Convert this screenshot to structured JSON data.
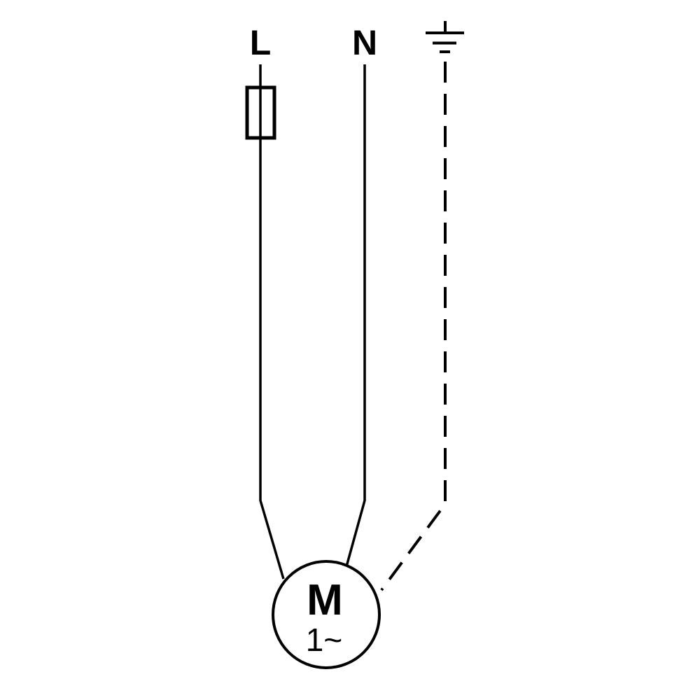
{
  "diagram": {
    "description": "Single-phase motor electrical wiring schematic",
    "terminals": {
      "line_label": "L",
      "neutral_label": "N",
      "earth_icon": "earth-ground-icon"
    },
    "components": {
      "fuse": "fuse-symbol",
      "earth_conductor_style": "dashed",
      "motor": {
        "label": "M",
        "phase_label": "1~"
      }
    },
    "colors": {
      "stroke": "#000000",
      "background": "#ffffff"
    }
  }
}
